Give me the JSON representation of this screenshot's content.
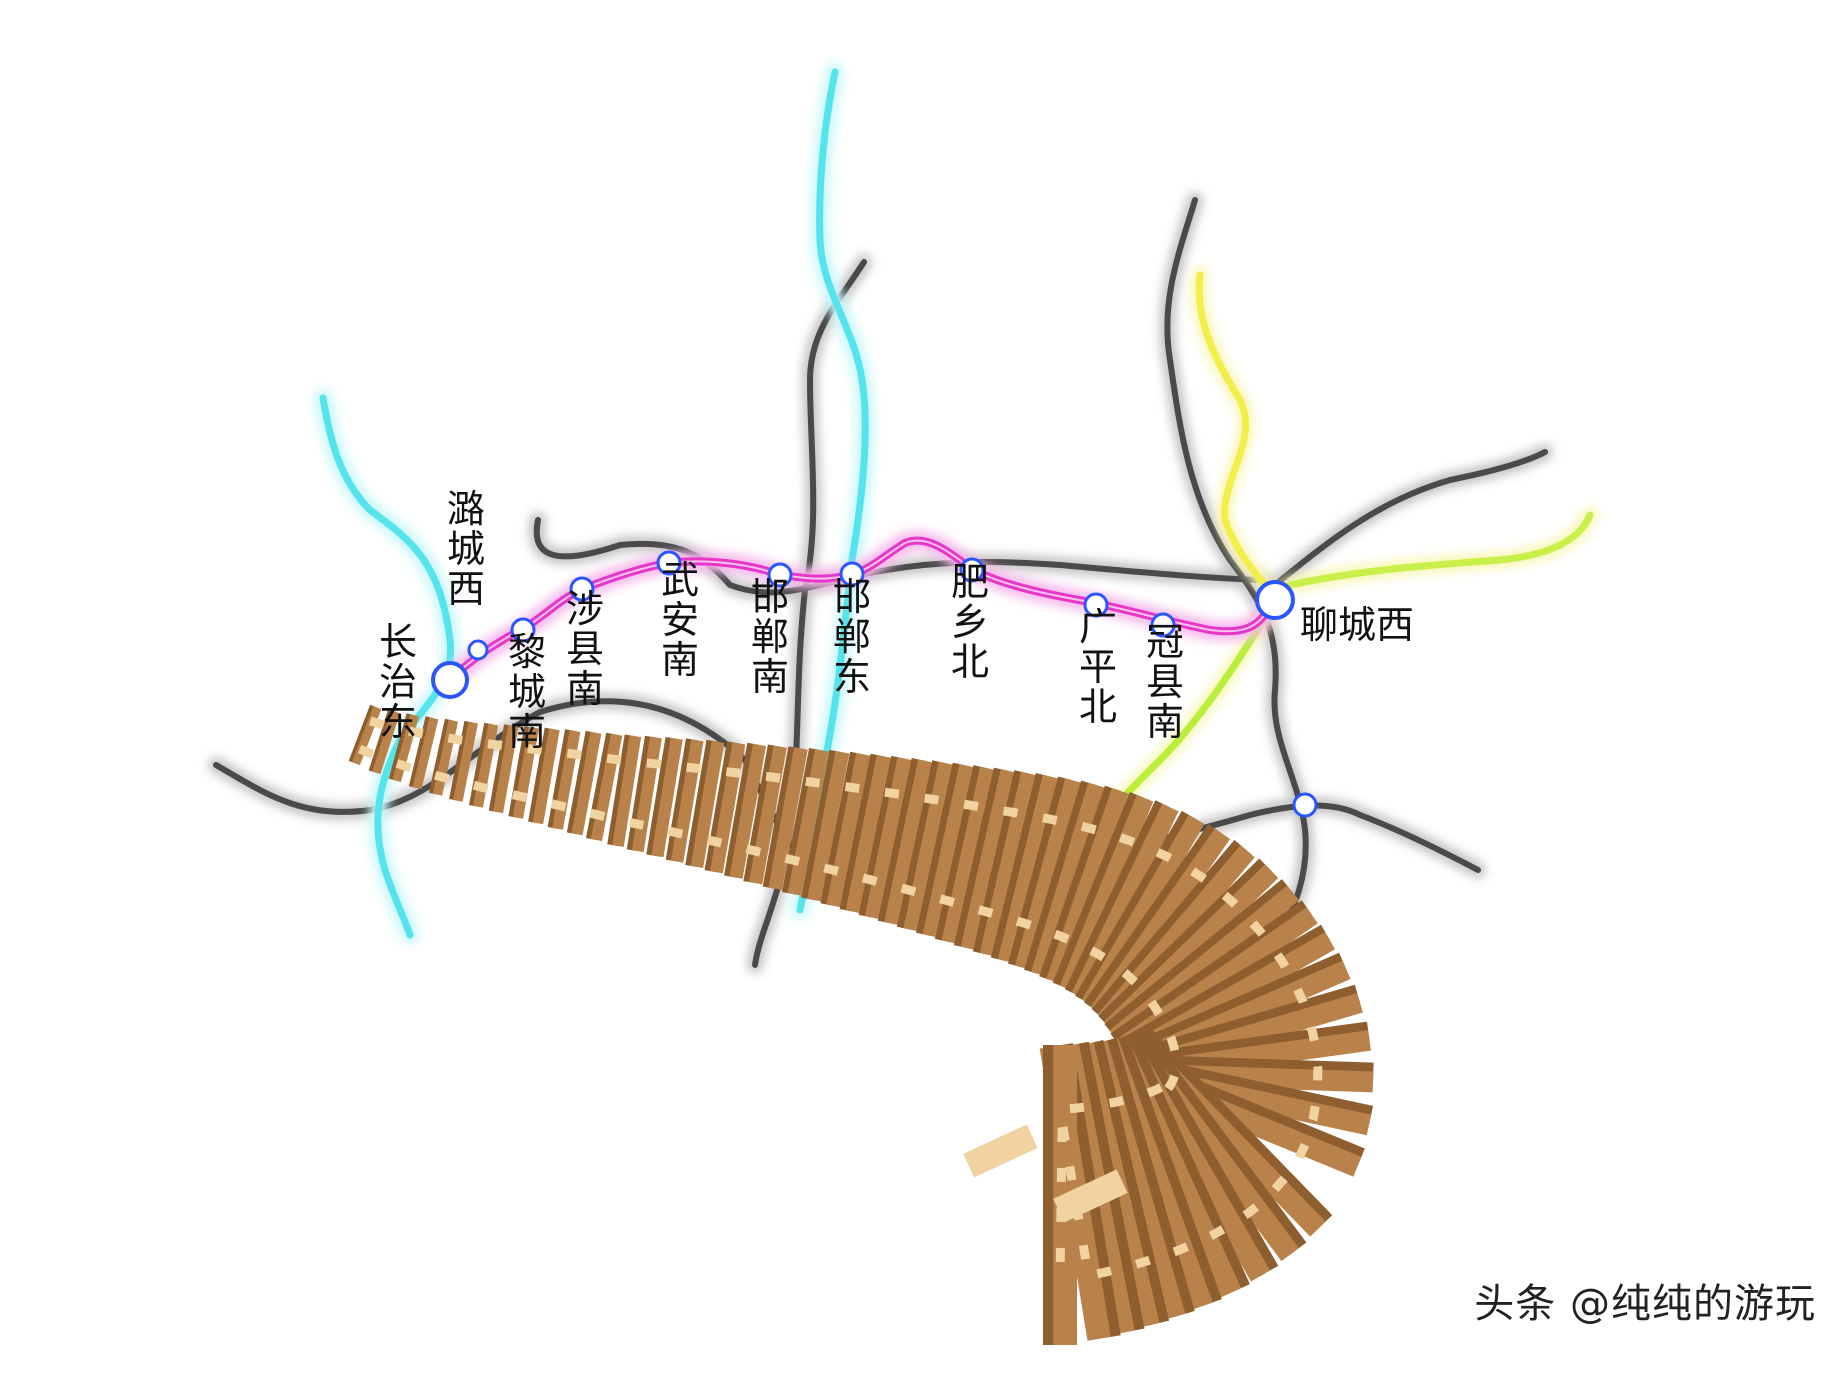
{
  "colors": {
    "background": "#ffffff",
    "rail_gray": "#4a4a4a",
    "rail_glow": "#bdbdbd",
    "river_cyan": "#55e3ec",
    "river_glow": "#c8f7fa",
    "main_line_magenta": "#e637c8",
    "main_line_glow": "#f6b9ec",
    "yellow_line": "#f2ef4a",
    "lime_line": "#b9ee3b",
    "station_fill": "#ffffff",
    "station_ring": "#2b56ff",
    "sleeper_dark": "#b9824a",
    "sleeper_light": "#f1d3a2"
  },
  "stations": [
    {
      "id": "changzhi-east",
      "name": "长治东",
      "major": true
    },
    {
      "id": "lucheng-west",
      "name": "潞城西",
      "major": false
    },
    {
      "id": "licheng-south",
      "name": "黎城南",
      "major": false
    },
    {
      "id": "shexian-south",
      "name": "涉县南",
      "major": false
    },
    {
      "id": "wuan-south",
      "name": "武安南",
      "major": false
    },
    {
      "id": "handan-south",
      "name": "邯郸南",
      "major": false
    },
    {
      "id": "handan-east",
      "name": "邯郸东",
      "major": false
    },
    {
      "id": "feixiang-north",
      "name": "肥乡北",
      "major": false
    },
    {
      "id": "guangping-north",
      "name": "广平北",
      "major": false
    },
    {
      "id": "guanxian-south",
      "name": "冠县南",
      "major": false
    },
    {
      "id": "liaocheng-west",
      "name": "聊城西",
      "major": true
    },
    {
      "id": "junction-unlabeled",
      "name": "",
      "major": false
    }
  ],
  "watermark": "头条 @纯纯的游玩"
}
